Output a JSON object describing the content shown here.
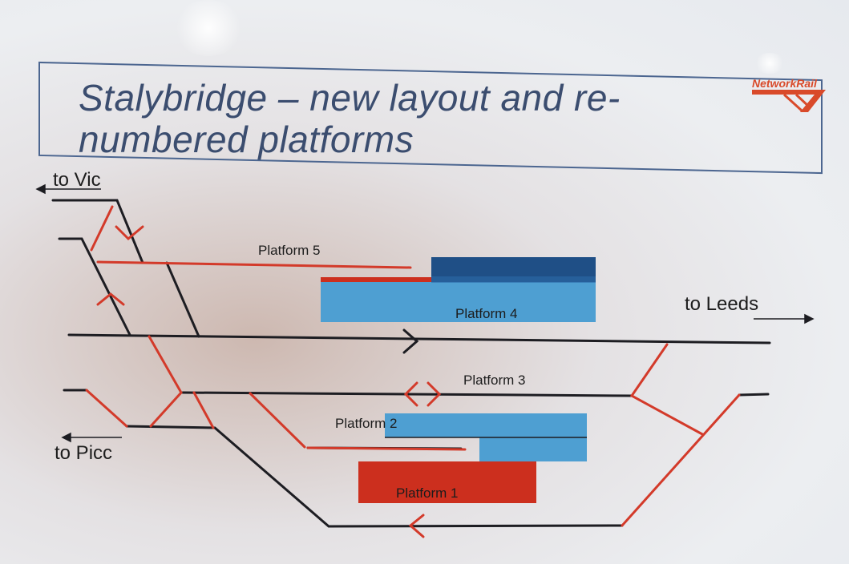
{
  "title": "Stalybridge – new layout and re-numbered platforms",
  "brand": "NetworkRail",
  "colors": {
    "track": "#1d1d22",
    "red_track": "#d33a2a",
    "platform_red": "#cc2f1e",
    "platform_light_blue": "#4e9fd2",
    "platform_dark_blue": "#1f4f86",
    "title_text": "#3b4d6f"
  },
  "destinations": {
    "vic": "to Vic",
    "leeds": "to Leeds",
    "picc": "to Picc"
  },
  "platforms": {
    "p1": "Platform 1",
    "p2": "Platform 2",
    "p3": "Platform 3",
    "p4": "Platform 4",
    "p5": "Platform 5"
  }
}
